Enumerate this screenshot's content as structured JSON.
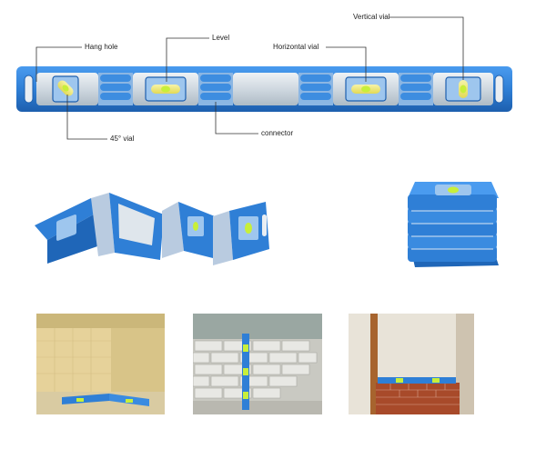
{
  "diagram": {
    "callouts": {
      "hang_hole": "Hang hole",
      "level": "Level",
      "horizontal_vial": "Horizontal vial",
      "vertical_vial": "Vertical vial",
      "vial_45": "45° vial",
      "connector": "connector"
    }
  },
  "colors": {
    "frame_blue": "#2f7fd6",
    "frame_dark": "#1d5fae",
    "panel_silver": "#c9d3dc",
    "bubble_green": "#c8ef3a",
    "vial_yellow": "#f1e96a"
  },
  "photos": [
    {
      "scene": "corner-wall-level"
    },
    {
      "scene": "brick-wall-vertical-level"
    },
    {
      "scene": "doorframe-brick-level"
    }
  ]
}
